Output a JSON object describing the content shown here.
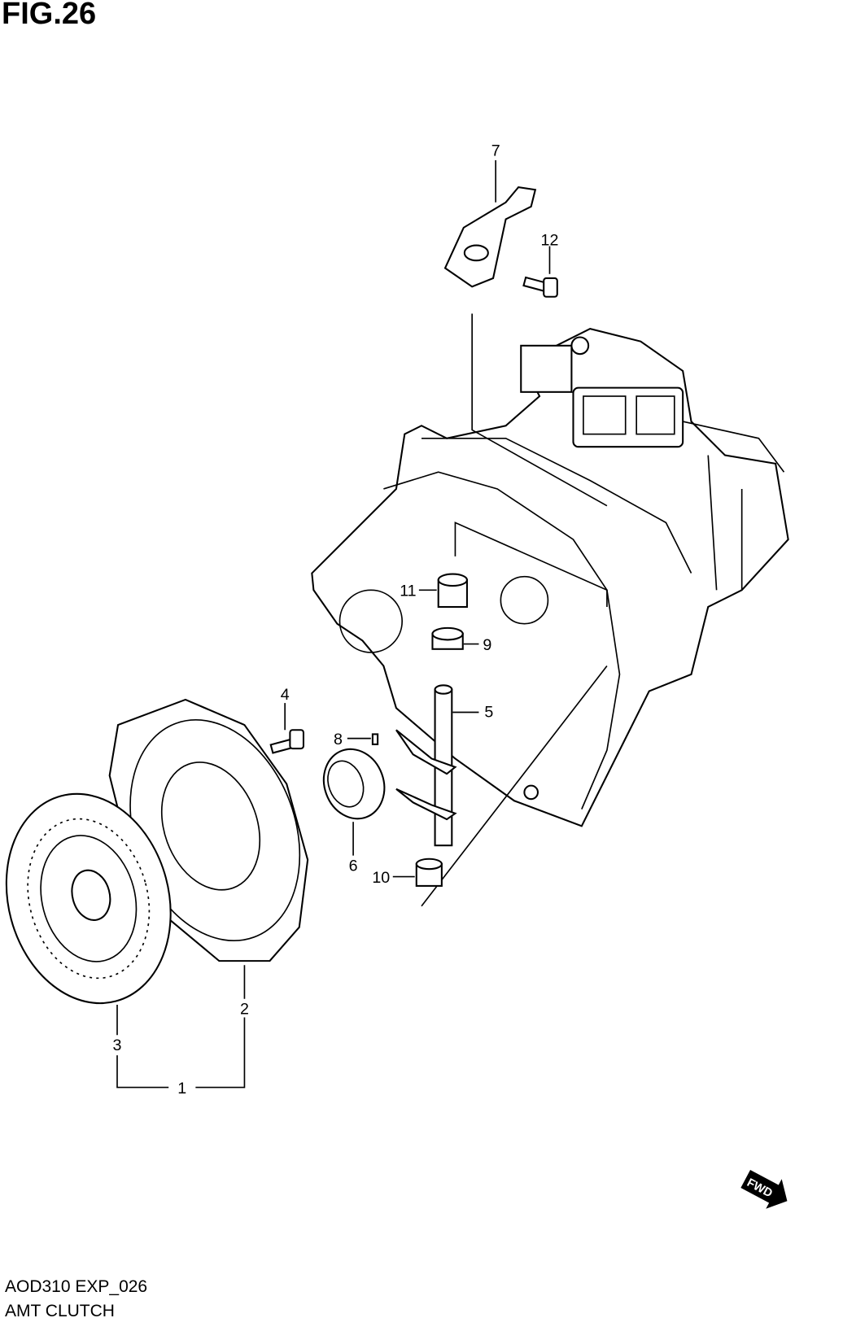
{
  "figure": {
    "title": "FIG.26",
    "code": "AOD310 EXP_026",
    "name": "AMT CLUTCH"
  },
  "callouts": [
    "1",
    "2",
    "3",
    "4",
    "5",
    "6",
    "7",
    "8",
    "9",
    "10",
    "11",
    "12"
  ],
  "direction_badge": "FWD"
}
